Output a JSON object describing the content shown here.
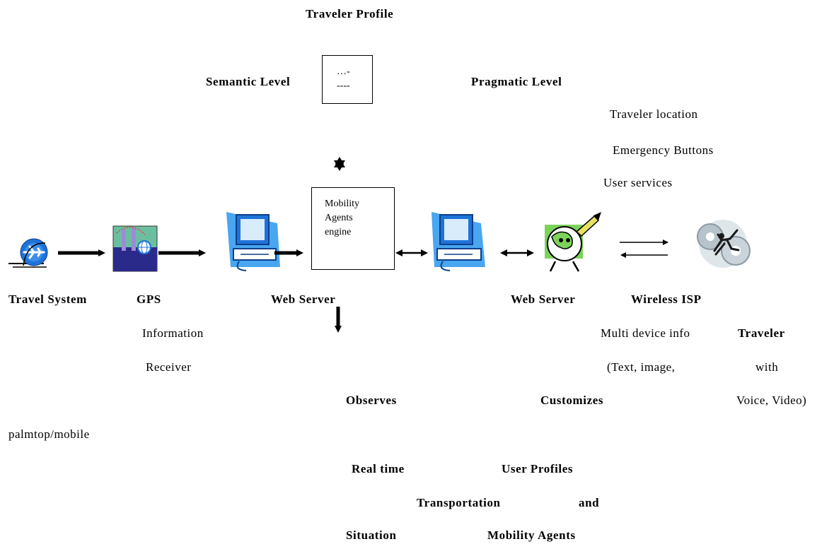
{
  "title": "Traveler Profile",
  "profile_box": {
    "line1": "…-",
    "line2": "----"
  },
  "levels": {
    "semantic": "Semantic Level",
    "pragmatic": "Pragmatic Level"
  },
  "services": [
    "Traveler location",
    "Emergency Buttons",
    "User services"
  ],
  "engine": {
    "line1": "Mobility",
    "line2": "Agents",
    "line3": "engine"
  },
  "labels": {
    "travel_system": "Travel System",
    "gps": "GPS",
    "gps_sub1": "Information",
    "gps_sub2": "Receiver",
    "web_server_1": "Web Server",
    "web_server_2": "Web Server",
    "wireless_isp": "Wireless ISP",
    "multi1": "Multi device info",
    "multi2": "(Text, image,",
    "multi3": "Voice, Video)",
    "traveler": "Traveler",
    "with": "with",
    "palmtop": "palmtop/mobile"
  },
  "bottom": {
    "observes": "Observes",
    "customizes": "Customizes",
    "real_time": "Real time",
    "user_profiles": "User Profiles",
    "transportation": "Transportation",
    "and": "and",
    "situation": "Situation",
    "mobility_agents": "Mobility Agents"
  },
  "colors": {
    "accent_blue": "#1e73d8",
    "light_blue": "#49a6f0",
    "green": "#7dd35a",
    "purple": "#2a2a8a"
  },
  "icons": [
    "airplane-icon",
    "factory-globe-icon",
    "computer-icon",
    "computer-icon",
    "globe-rocket-icon",
    "gears-runner-icon"
  ]
}
